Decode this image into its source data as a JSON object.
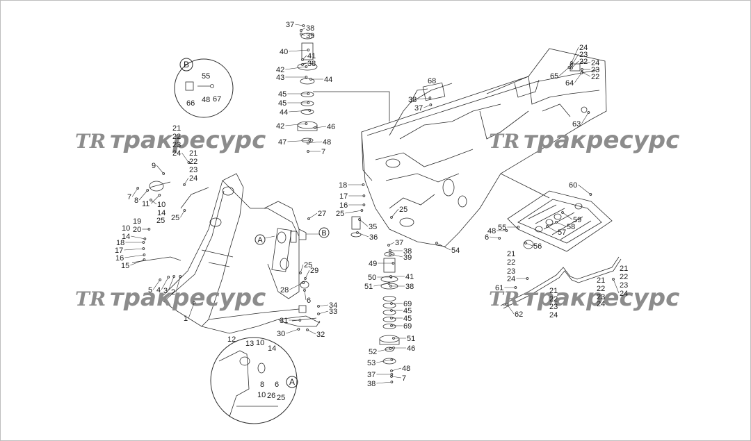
{
  "watermark": {
    "logo": "TR",
    "text": "тракресурс"
  },
  "callouts": {
    "b": "B",
    "a": "A"
  },
  "detail_b": {
    "label": "B",
    "parts": [
      "55",
      "66",
      "48",
      "67"
    ]
  },
  "detail_a": {
    "label": "A",
    "parts": [
      "12",
      "13",
      "10",
      "14",
      "8",
      "6",
      "10",
      "26",
      "25"
    ]
  },
  "part_labels": [
    "37",
    "38",
    "39",
    "40",
    "41",
    "38",
    "42",
    "43",
    "44",
    "45",
    "45",
    "44",
    "42",
    "46",
    "47",
    "48",
    "7",
    "68",
    "38",
    "37",
    "21",
    "22",
    "23",
    "24",
    "21",
    "22",
    "23",
    "24",
    "9",
    "7",
    "8",
    "11",
    "10",
    "14",
    "25",
    "19",
    "20",
    "25",
    "10",
    "14",
    "18",
    "17",
    "16",
    "15",
    "27",
    "5",
    "4",
    "3",
    "2",
    "1",
    "28",
    "25",
    "29",
    "6",
    "34",
    "33",
    "31",
    "30",
    "32",
    "18",
    "17",
    "16",
    "25",
    "35",
    "36",
    "25",
    "37",
    "38",
    "39",
    "49",
    "50",
    "41",
    "51",
    "38",
    "69",
    "45",
    "45",
    "69",
    "51",
    "52",
    "46",
    "53",
    "48",
    "37",
    "7",
    "38",
    "54",
    "24",
    "23",
    "22",
    "24",
    "23",
    "22",
    "65",
    "64",
    "63",
    "60",
    "59",
    "58",
    "57",
    "56",
    "48",
    "55",
    "6",
    "21",
    "22",
    "23",
    "24",
    "61",
    "62",
    "21",
    "22",
    "23",
    "24",
    "21",
    "22",
    "23",
    "24",
    "21",
    "22",
    "23",
    "24"
  ]
}
